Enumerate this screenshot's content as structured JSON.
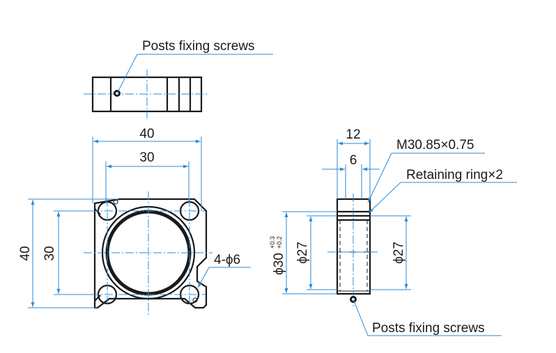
{
  "labels": {
    "posts_fixing_screws_top": "Posts fixing screws",
    "posts_fixing_screws_bottom": "Posts fixing screws",
    "thread": "M30.85×0.75",
    "retaining_ring": "Retaining ring×2",
    "holes": "4-ϕ6"
  },
  "dimensions": {
    "front_width_outer": "40",
    "front_width_inner": "30",
    "front_height_outer": "40",
    "front_height_inner": "30",
    "side_width": "12",
    "side_inner_width": "6",
    "bore_diameter": "ϕ30",
    "bore_tol_upper": "+0.3",
    "bore_tol_lower": "+0.2",
    "ring_inner_left": "ϕ27",
    "ring_inner_right": "ϕ27"
  },
  "colors": {
    "outline": "#1a1a1a",
    "dimension": "#2a8ad6"
  }
}
